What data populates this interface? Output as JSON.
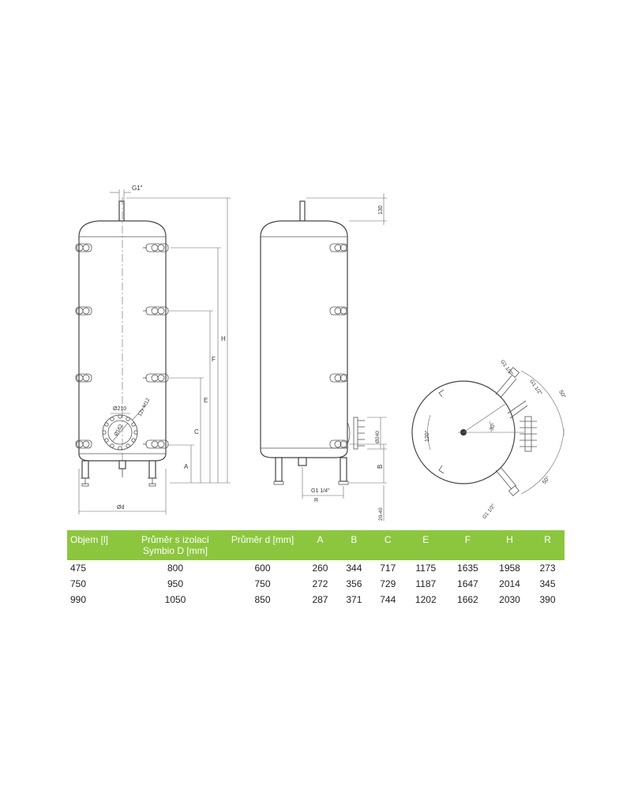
{
  "diagram": {
    "front": {
      "top_connection": "G1\"",
      "flange_outer": "Ø210",
      "flange_inner": "Ø162",
      "bolts": "12x M12",
      "diameter": "Ød",
      "dims": [
        "A",
        "C",
        "E",
        "F",
        "H"
      ]
    },
    "side": {
      "top_height": "130",
      "bottom_connection": "G1 1/4\"",
      "radius": "R",
      "dims": [
        "B"
      ],
      "flange_height": "Ø240",
      "foot_range": "20-40"
    },
    "top_view": {
      "connection_upper_1": "G1 1/2\"",
      "connection_upper_2": "G1 1/2\"",
      "connection_lower": "G1 1/2\"",
      "angle_a": "50°",
      "angle_b": "50°",
      "angle_c": "30°",
      "angle_center": "120°"
    }
  },
  "table": {
    "headers": [
      {
        "line1": "Objem [l]",
        "line2": ""
      },
      {
        "line1": "Průměr s izolací",
        "line2": "Symbio D [mm]"
      },
      {
        "line1": "Průměr d [mm]",
        "line2": ""
      },
      {
        "line1": "A",
        "line2": ""
      },
      {
        "line1": "B",
        "line2": ""
      },
      {
        "line1": "C",
        "line2": ""
      },
      {
        "line1": "E",
        "line2": ""
      },
      {
        "line1": "F",
        "line2": ""
      },
      {
        "line1": "H",
        "line2": ""
      },
      {
        "line1": "R",
        "line2": ""
      }
    ],
    "rows": [
      [
        "475",
        "800",
        "600",
        "260",
        "344",
        "717",
        "1175",
        "1635",
        "1958",
        "273"
      ],
      [
        "750",
        "950",
        "750",
        "272",
        "356",
        "729",
        "1187",
        "1647",
        "2014",
        "345"
      ],
      [
        "990",
        "1050",
        "850",
        "287",
        "371",
        "744",
        "1202",
        "1662",
        "2030",
        "390"
      ]
    ]
  }
}
